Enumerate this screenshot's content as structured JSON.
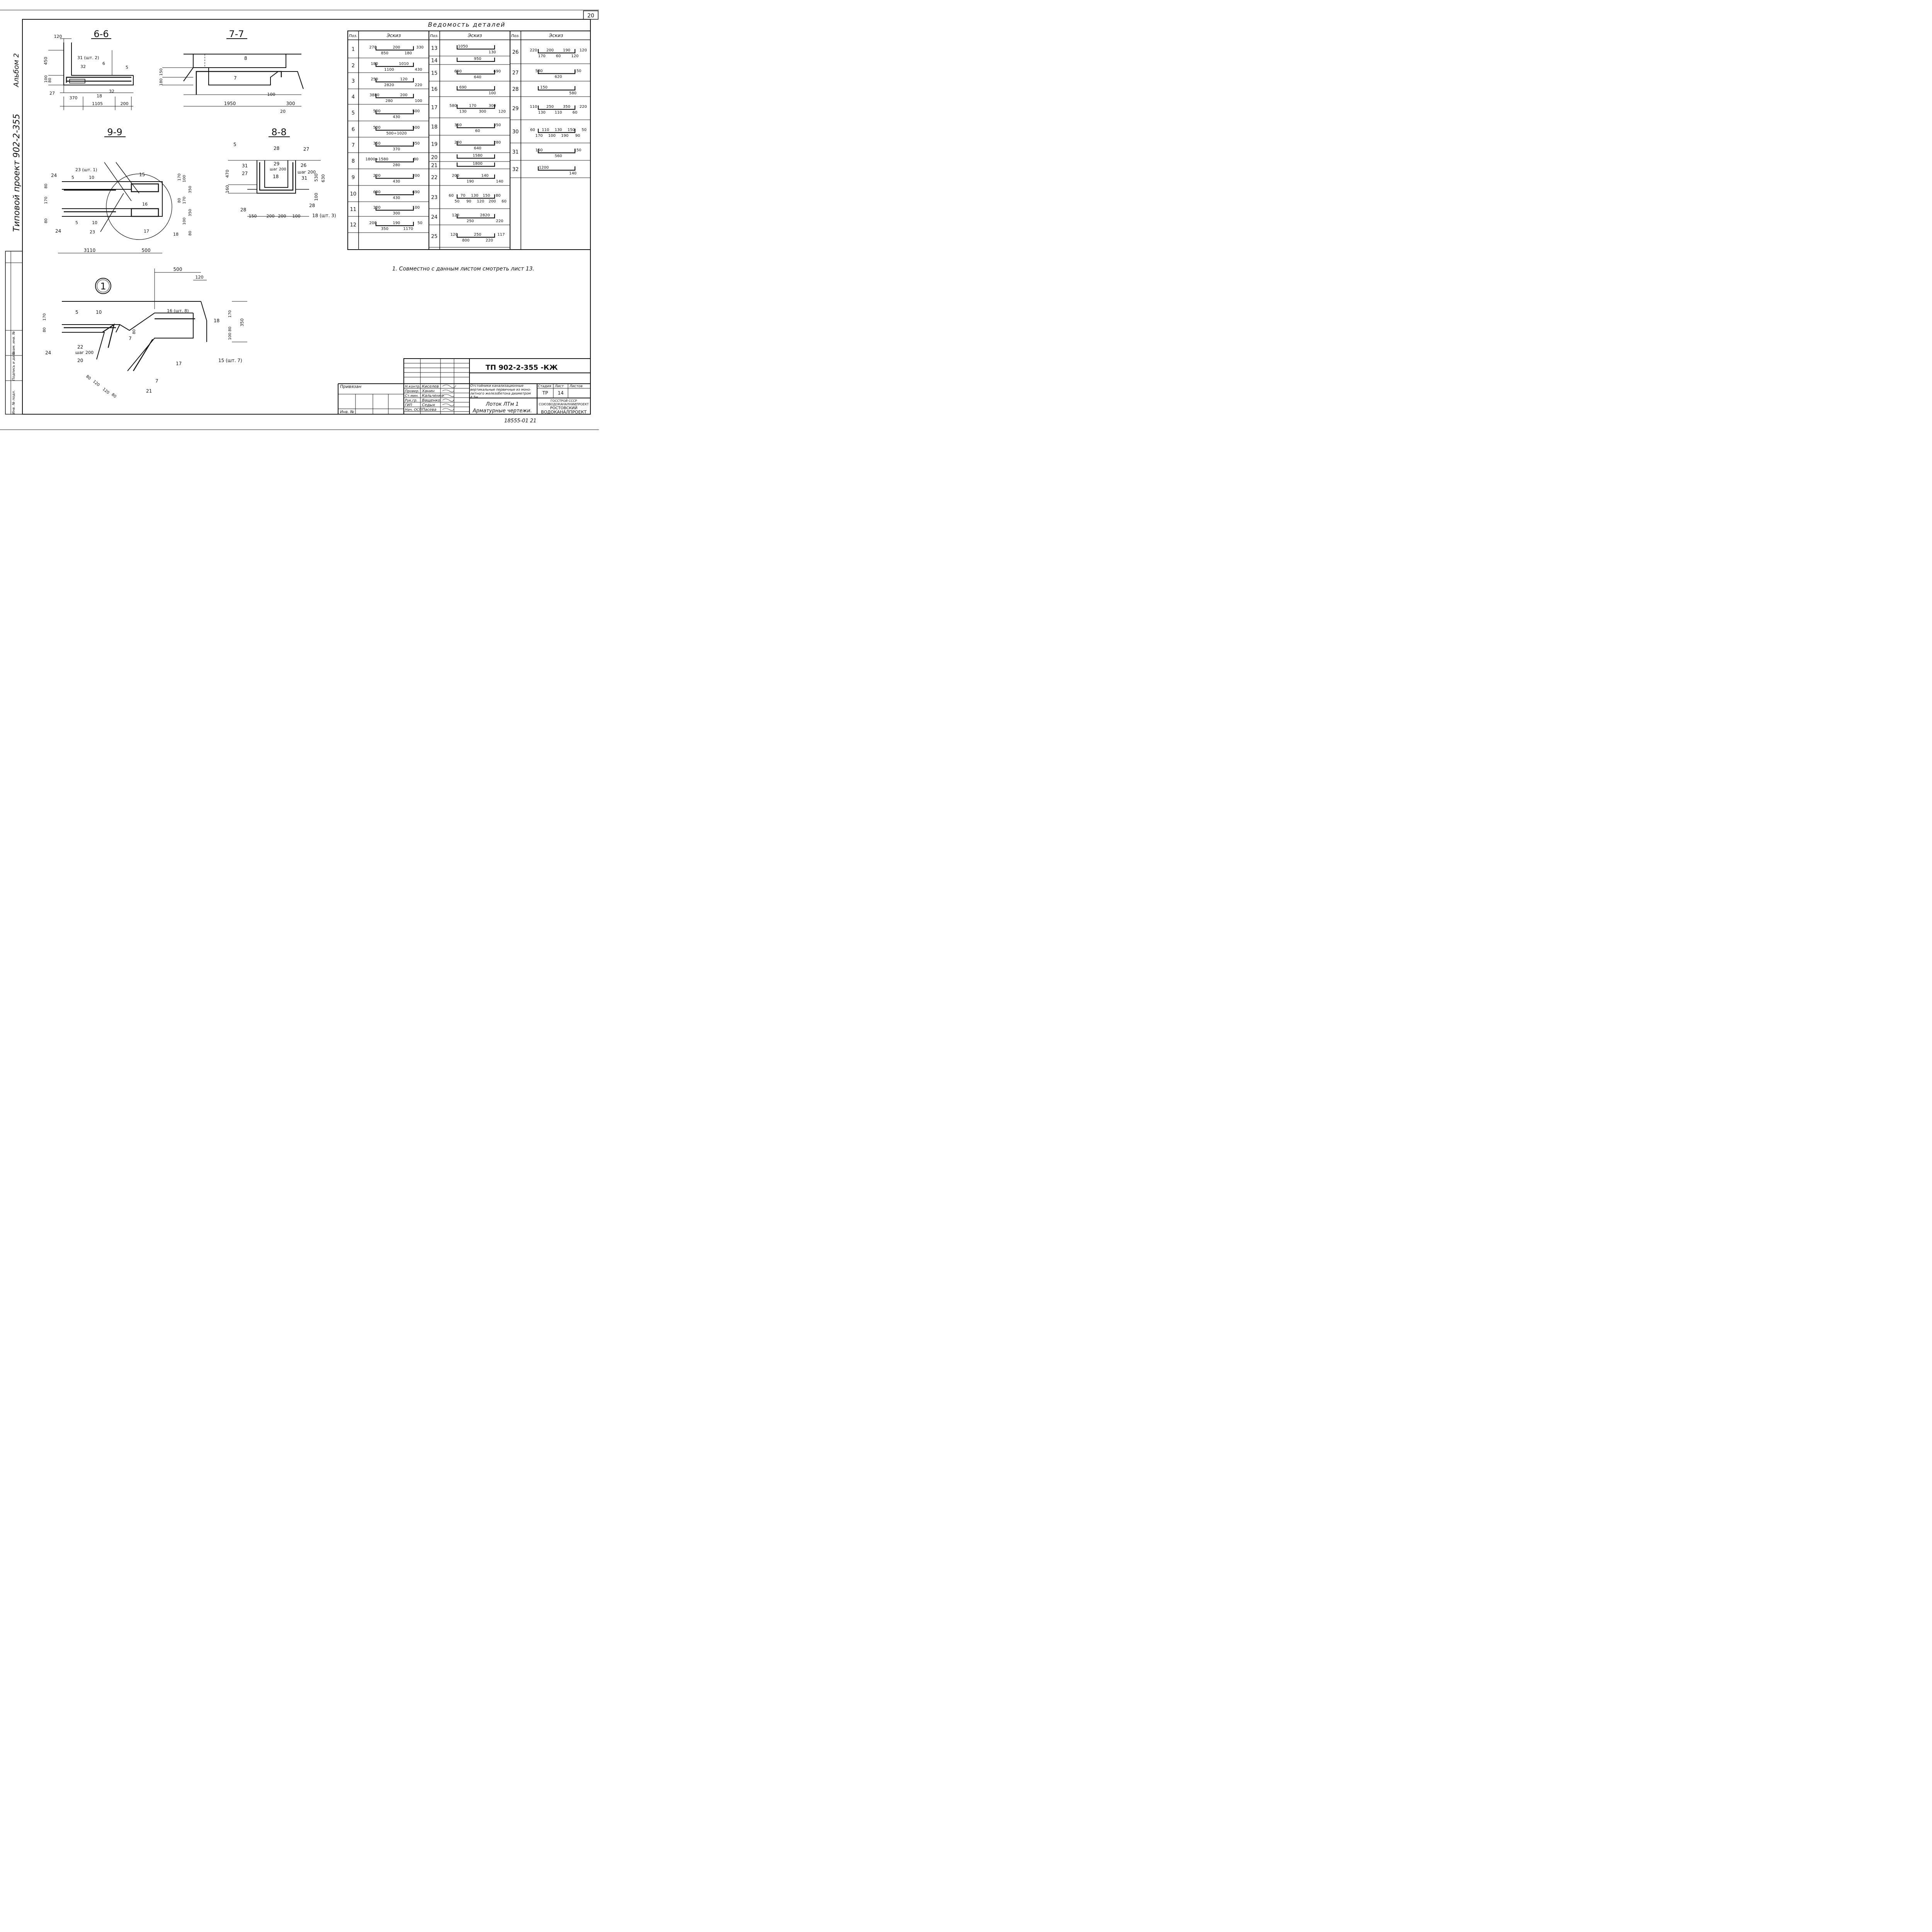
{
  "sheet_number": "20",
  "side_labels": {
    "album": "Альбом 2",
    "project": "Типовой проект 902-2-355"
  },
  "side_stamp": {
    "inv_podl": "Инв. № подл.",
    "podpis_data": "Подпись и дата",
    "vzam_inv": "Взам. инв. №"
  },
  "sections": {
    "s6": {
      "title": "6-6",
      "dims": [
        "120",
        "450",
        "100",
        "80",
        "370",
        "1105",
        "200"
      ],
      "marks": [
        "31 (шт. 2)",
        "32",
        "6",
        "5",
        "27",
        "18",
        "32"
      ]
    },
    "s7": {
      "title": "7-7",
      "dims": [
        "150",
        "180",
        "100",
        "1950",
        "300",
        "20"
      ],
      "marks": [
        "8",
        "7"
      ]
    },
    "s9": {
      "title": "9-9",
      "dims": [
        "80",
        "170",
        "80",
        "170",
        "80",
        "100",
        "350",
        "170",
        "350",
        "100",
        "80",
        "3110",
        "500"
      ],
      "marks": [
        "24",
        "23 (шт. 1)",
        "5",
        "10",
        "15",
        "16",
        "5",
        "10",
        "24",
        "23",
        "17",
        "18"
      ]
    },
    "s8": {
      "title": "8-8",
      "dims": [
        "470",
        "160",
        "530",
        "630",
        "100",
        "150",
        "200",
        "200",
        "100"
      ],
      "marks": [
        "5",
        "28",
        "27",
        "31",
        "29",
        "шаг 200",
        "26",
        "шаг 200",
        "27",
        "18",
        "31",
        "28",
        "28",
        "18 (шт. 3)"
      ]
    },
    "node1": {
      "title": "1",
      "dims": [
        "500",
        "120",
        "170",
        "80",
        "80",
        "170",
        "350",
        "80",
        "100",
        "80",
        "120",
        "120",
        "80"
      ],
      "marks": [
        "5",
        "10",
        "16 (шт. 8)",
        "18",
        "24",
        "22",
        "шаг 200",
        "7",
        "20",
        "17",
        "15 (шт. 7)",
        "7",
        "21"
      ]
    }
  },
  "vedomost": {
    "title": "Ведомость деталей",
    "header_pos": "Поз.",
    "header_sketch": "Эскиз",
    "col1": [
      {
        "pos": "1",
        "dims": [
          "270",
          "850",
          "200",
          "180",
          "330"
        ]
      },
      {
        "pos": "2",
        "dims": [
          "180",
          "1100",
          "1010",
          "430"
        ]
      },
      {
        "pos": "3",
        "dims": [
          "250",
          "2820",
          "120",
          "220"
        ]
      },
      {
        "pos": "4",
        "dims": [
          "3880",
          "280",
          "200",
          "100"
        ]
      },
      {
        "pos": "5",
        "dims": [
          "500",
          "430",
          "500"
        ]
      },
      {
        "pos": "6",
        "dims": [
          "500",
          "500÷1020",
          "500"
        ]
      },
      {
        "pos": "7",
        "dims": [
          "350",
          "370",
          "350"
        ]
      },
      {
        "pos": "8",
        "dims": [
          "1800÷1580",
          "280",
          "80"
        ]
      },
      {
        "pos": "9",
        "dims": [
          "200",
          "430",
          "200"
        ]
      },
      {
        "pos": "10",
        "dims": [
          "690",
          "430",
          "690"
        ]
      },
      {
        "pos": "11",
        "dims": [
          "100",
          "300",
          "100"
        ]
      },
      {
        "pos": "12",
        "dims": [
          "200",
          "350",
          "190",
          "1170",
          "50"
        ]
      }
    ],
    "col2": [
      {
        "pos": "13",
        "dims": [
          "1050",
          "130"
        ]
      },
      {
        "pos": "14",
        "dims": [
          "950"
        ]
      },
      {
        "pos": "15",
        "dims": [
          "690",
          "640",
          "690"
        ]
      },
      {
        "pos": "16",
        "dims": [
          "690",
          "100"
        ]
      },
      {
        "pos": "17",
        "dims": [
          "580",
          "130",
          "170",
          "300",
          "300",
          "120"
        ]
      },
      {
        "pos": "18",
        "dims": [
          "350",
          "60",
          "350"
        ]
      },
      {
        "pos": "19",
        "dims": [
          "280",
          "640",
          "280"
        ]
      },
      {
        "pos": "20",
        "dims": [
          "1580"
        ]
      },
      {
        "pos": "21",
        "dims": [
          "1800"
        ]
      },
      {
        "pos": "22",
        "dims": [
          "200",
          "190",
          "140",
          "140"
        ]
      },
      {
        "pos": "23",
        "dims": [
          "60",
          "50",
          "70",
          "90",
          "130",
          "120",
          "150",
          "200",
          "80",
          "60"
        ]
      },
      {
        "pos": "24",
        "dims": [
          "120",
          "250",
          "2820",
          "220"
        ]
      },
      {
        "pos": "25",
        "dims": [
          "120",
          "800",
          "250",
          "220",
          "117"
        ]
      }
    ],
    "col3": [
      {
        "pos": "26",
        "dims": [
          "220",
          "170",
          "200",
          "60",
          "190",
          "120",
          "120"
        ]
      },
      {
        "pos": "27",
        "dims": [
          "580",
          "620",
          "150"
        ]
      },
      {
        "pos": "28",
        "dims": [
          "150",
          "580"
        ]
      },
      {
        "pos": "29",
        "dims": [
          "110",
          "130",
          "250",
          "110",
          "350",
          "60",
          "220"
        ]
      },
      {
        "pos": "30",
        "dims": [
          "60",
          "170",
          "110",
          "100",
          "130",
          "190",
          "150",
          "90",
          "50"
        ]
      },
      {
        "pos": "31",
        "dims": [
          "150",
          "560",
          "150"
        ]
      },
      {
        "pos": "32",
        "dims": [
          "1200",
          "140"
        ]
      }
    ]
  },
  "note": "1. Совместно с данным листом смотреть лист 13.",
  "title_block": {
    "code": "ТП  902-2-355   -КЖ",
    "privyazan": "Привязан",
    "inv_no": "Инв. №",
    "roles": [
      "Н.контр.",
      "Провер.",
      "Ст.мин.",
      "Рук.гр.",
      "ГИП",
      "Нач. ОСП"
    ],
    "names": [
      "Киселев",
      "Ханин",
      "Кальченко",
      "Ващенко",
      "Седых",
      "Пасева"
    ],
    "object": "Отстойники канализационные вертикальные первичные из моно- литного железобетона диаметром 4,5м",
    "stage_label": "Стадия",
    "sheet_label": "Лист",
    "sheets_label": "Листов",
    "stage": "ТР",
    "sheet": "14",
    "drawing_name_1": "Лоток ЛТм 1",
    "drawing_name_2": "Арматурные чертежи.",
    "org_1": "ГОССТРОЙ СССР",
    "org_2": "СОЮЗВОДОКАНАЛНИИПРОЕКТ",
    "org_3": "РОСТОВСКИЙ",
    "org_4": "ВОДОКАНАЛПРОЕКТ"
  },
  "footer_number": "18555-01     21"
}
